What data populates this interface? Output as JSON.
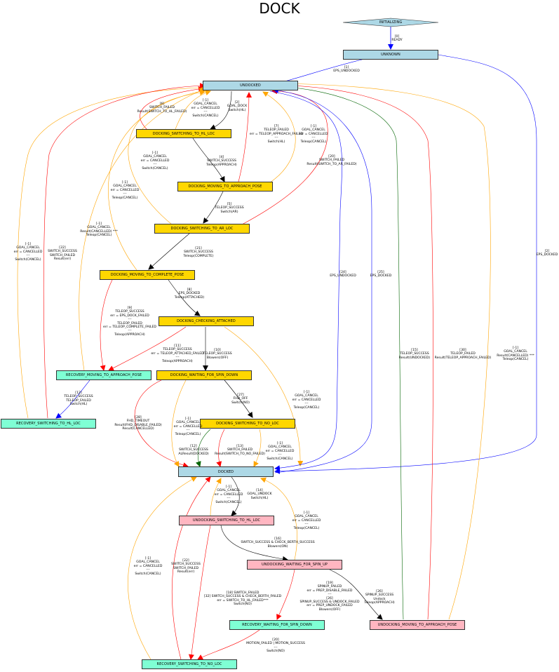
{
  "title": "DOCK",
  "colors": {
    "blue": "#0000ff",
    "red": "#ff0000",
    "orange": "#ffa500",
    "black": "#000000",
    "green": "#006400",
    "state_blue": "#add8e6",
    "state_yellow": "#ffd700",
    "state_aqua": "#7fffd4",
    "state_pink": "#ffb6c1"
  },
  "nodes": {
    "initializing": "INITIALIZING",
    "unknown": "UNKNOWN",
    "undocked": "UNDOCKED",
    "sw_hl": "DOCKING_SWITCHING_TO_HL_LOC",
    "mv_app": "DOCKING_MOVING_TO_APPROACH_POSE",
    "sw_ar": "DOCKING_SWITCHING_TO_AR_LOC",
    "mv_comp": "DOCKING_MOVING_TO_COMPLETE_POSE",
    "chk": "DOCKING_CHECKING_ATTACHED",
    "rec_mv": "RECOVERY_MOVING_TO_APPROACH_POSE",
    "wait_down": "DOCKING_WAITING_FOR_SPIN_DOWN",
    "rec_hl": "RECOVERY_SWITCHING_TO_HL_LOC",
    "sw_no": "DOCKING_SWITCHING_TO_NO_LOC",
    "docked": "DOCKED",
    "un_hl": "UNDOCKING_SWITCHING_TO_HL_LOC",
    "un_wait": "UNDOCKING_WAITING_FOR_SPIN_UP",
    "rec_wait": "RECOVERY_WAITING_FOR_SPIN_DOWN",
    "un_mv": "UNDOCKING_MOVING_TO_APPROACH_POSE",
    "rec_no": "RECOVERY_SWITCHING_TO_NO_LOC"
  },
  "edge_labels": {
    "init_unknown": "[0]\nREADY",
    "unknown_undocked": "[1]\nEPS_UNDOCKED",
    "unknown_docked": "[2]\nEPS_DOCKED",
    "und_swhl": "[2]\nGOAL_DOCK\nSwitch(HL)",
    "swhl_und_fail": "[6]\nSWITCH_FAILED\nResult(SWITCH_TO_HL_FAILED)",
    "swhl_und_cancel": "[-1]\nGOAL_CANCEL\nerr = CANCELLED\n---\nSwitch(CANCEL)",
    "swhl_mvapp": "[4]\nSWITCH_SUCCESS\nTeleop(APPROACH)",
    "mvapp_und_fail": "[7]\nTELEOP_FAILED\nerr = TELEOP_APPROACH_FAILED\n---\nSwitch(HL)",
    "mvapp_und_cancel": "[-1]\nGOAL_CANCEL\nerr = CANCELLED\n---\nTeleop(CANCEL)",
    "mvapp_swar": "[5]\nTELEOP_SUCCESS\nSwitch(AR)",
    "swar_und_fail": "[20]\nSWITCH_FAILED\nResult(SWITCH_TO_AR_FAILED)",
    "swar_und_cancel": "[-1]\nGOAL_CANCEL\nerr = CANCELLED\n---\nSwitch(CANCEL)",
    "swar_mvcomp": "[21]\nSWITCH_SUCCESS\nTeleop(COMPLETE)",
    "mvcomp_und_cancel": "[-1]\nGOAL_CANCEL\nerr = CANCELLED\n---\nTeleop(CANCEL)",
    "mvcomp_chk": "[8]\nEPS_DOCKED\nTeleop(ATTACHED)",
    "mvcomp_rec": "[9]\nTELEOP_SUCCESS\nerr = EPS_DOCK_FAILED\n---\nTELEOP_FAILED\nerr = TELEOP_COMPLETE_FAILED\n---\nTeleop(APPROACH)",
    "chk_rec": "[11]\nTELEOP_SUCCESS\nerr = TELEOP_ATTACHED_FAILED\n---\nTeleop(APPROACH)",
    "chk_wait": "[10]\nTELEOP_SUCCESS\nBlowers(OFF)",
    "rec_und_cancel": "[-1]\nGOAL_CANCEL\nResult(CANCELLED) ***\nTeleop(CANCEL)",
    "rec_rechl": "[12]\nTELEOP_SUCCESS\nTELEOP_FAILED\nSwitch(HL)",
    "rechl_und_cancel": "[-1]\nGOAL_CANCEL\nerr = CANCELLED\n---\nSwitch(CANCEL)",
    "rechl_und_res": "[22]\nSWITCH_SUCCESS\nSWITCH_FAILED\nResult(err)",
    "chk_dock_cancel": "[-1]\nGOAL_CANCEL\nerr = CANCELLED\n---\nTeleop(CANCEL)",
    "wait_swno": "[27]\nFHD_OFF\nSwitch(NO)",
    "wait_dock_timeout": "[28]\nFHD_TIMEOUT\nResult(FHD_DISABLE_FAILED)\nResult(CANCELLED)",
    "wait_dock_cancel": "[-1]\nGOAL_CANCEL\nerr = CANCELLED\n---\nTeleop(CANCEL)",
    "swno_dock_ok": "[12]\nSWITCH_SUCCESS\nALResult(DOCKED)",
    "swno_dock_fail": "[13]\nSWITCH_FAILED\nResult(SWITCH_TO_NO_FAILED)",
    "swno_dock_cancel": "[-1]\nGOAL_CANCEL\nerr = CANCELLED\n---\nSwitch(CANCEL)",
    "und_dock_eps": "[24]\nEPS_UNDOCKED",
    "dock_und_eps": "[25]\nEPS_DOCKED",
    "unmv_und_ok": "[15]\nTELEOP_SUCCESS\nResult(UNDOCKED)",
    "unmv_und_fail": "[30]\nTELEOP_FAILED\nResult(TELEOP_APPROACH_FAILED)",
    "unmv_dock_cancel": "[-1]\nGOAL_CANCEL\nResult(CANCELLED) ***\nTeleop(CANCEL)",
    "dock_unhl": "[14]\nGOAL_UNDOCK\nSwitch(HL)",
    "unhl_dock_cancel": "[-1]\nGOAL_CANCEL\nerr = CANCELLED\n---\nSwitch(CANCEL)",
    "unhl_unwait": "[16]\nSWITCH_SUCCESS & CHECK_BERTH_SUCCESS\nBlowers(ON)",
    "unhl_recno": "[18] SWITCH_FAILED\n[32] SWITCH_SUCCESS & CHECK_BERTH_FAILED\nerr = SWITCH_TO_HL_FAILED***\nSwitch(NO)",
    "unwait_dock_cancel": "[-1]\nGOAL_CANCEL\nerr = CANCELLED\n---\nTeleop(CANCEL)",
    "unwait_recwait": "[19]\nSPINUP_FAILED\nerr = PREP_DISABLE_FAILED\n---\n[26]\nSPINUP_SUCCESS & UNDOCK_FAILED\nerr = PREP_UNDOCK_FAILED\nBlowers(OFF)",
    "unwait_unmv": "[26]\nSPINUP_SUCCESS\nUndock\nTeleop(APPROACH)",
    "recwait_recno": "[20]\nMOTION_FAILED | MOTION_SUCCESS\n---\nSwitch(NO)",
    "recno_dock_res": "[22]\nSWITCH_SUCCESS\nSWITCH_FAILED\nResult(err)",
    "recno_dock_cancel": "[-1]\nGOAL_CANCEL\nerr = CANCELLED\n---\nSwitch(CANCEL)"
  }
}
